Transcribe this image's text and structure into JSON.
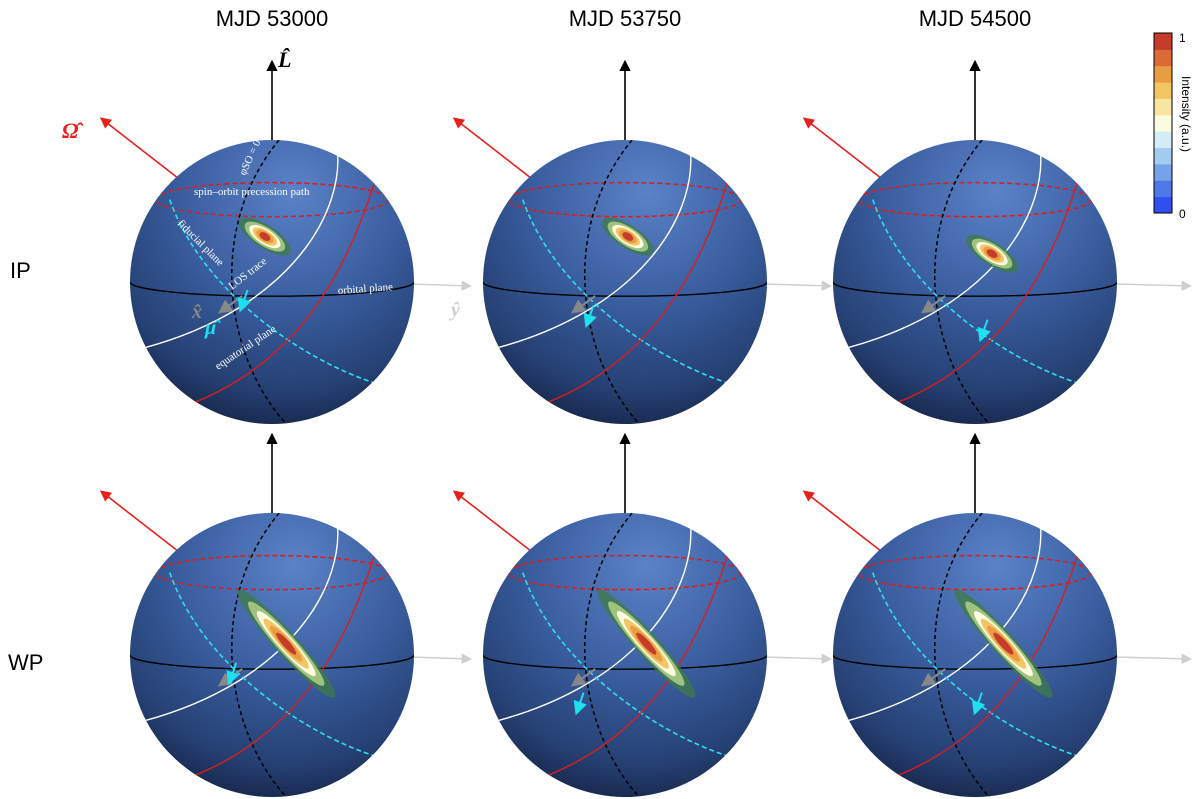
{
  "columns": [
    "MJD 53000",
    "MJD 53750",
    "MJD 54500"
  ],
  "rows": [
    "IP",
    "WP"
  ],
  "symbols": {
    "L": "L̂",
    "Omega": "Ω̂",
    "x": "x̂",
    "y": "ŷ",
    "mu": "μ̂"
  },
  "annotations": {
    "phi_so": "φSO = 0",
    "spin_orbit_path": "spin–orbit precession path",
    "fiducial_plane": "fiducial plane",
    "los_trace": "LOS trace",
    "orbital_plane": "orbital plane",
    "equatorial_plane": "equatorial plane"
  },
  "colorbar": {
    "label": "Intensity (a.u.)",
    "max_label": "1",
    "min_label": "0",
    "colors": [
      "#2f4ff0",
      "#4f78e8",
      "#76a2ea",
      "#a4cbf0",
      "#d3ecf6",
      "#fbfbe0",
      "#f8e6a0",
      "#f3c663",
      "#e99d43",
      "#db6a35",
      "#c63c2a"
    ]
  },
  "colors": {
    "sphere": "#36599b",
    "L_axis": "#000000",
    "Omega_axis": "#e8201b",
    "mu_axis": "#1ee0ee",
    "los_axis": "#cfcfcf",
    "fiducial_line": "#ffffff",
    "equatorial_line": "#2ee0ee",
    "spin_orbit_line": "#dd1c1c",
    "orbital_line": "#000000"
  },
  "emission": {
    "IP": [
      {
        "cx_frac": 0.27,
        "cy_frac": -0.14,
        "length": 1.0,
        "curved": false
      },
      {
        "cx_frac": 0.22,
        "cy_frac": -0.15,
        "length": 1.0,
        "curved": false
      },
      {
        "cx_frac": 0.27,
        "cy_frac": -0.12,
        "length": 1.0,
        "curved": false
      }
    ],
    "WP": [
      {
        "cx_frac": 0.27,
        "cy_frac": -0.08,
        "length": 2.4,
        "curved": true
      },
      {
        "cx_frac": 0.27,
        "cy_frac": -0.07,
        "length": 2.4,
        "curved": true
      },
      {
        "cx_frac": 0.33,
        "cy_frac": -0.04,
        "length": 2.4,
        "curved": true
      }
    ]
  }
}
